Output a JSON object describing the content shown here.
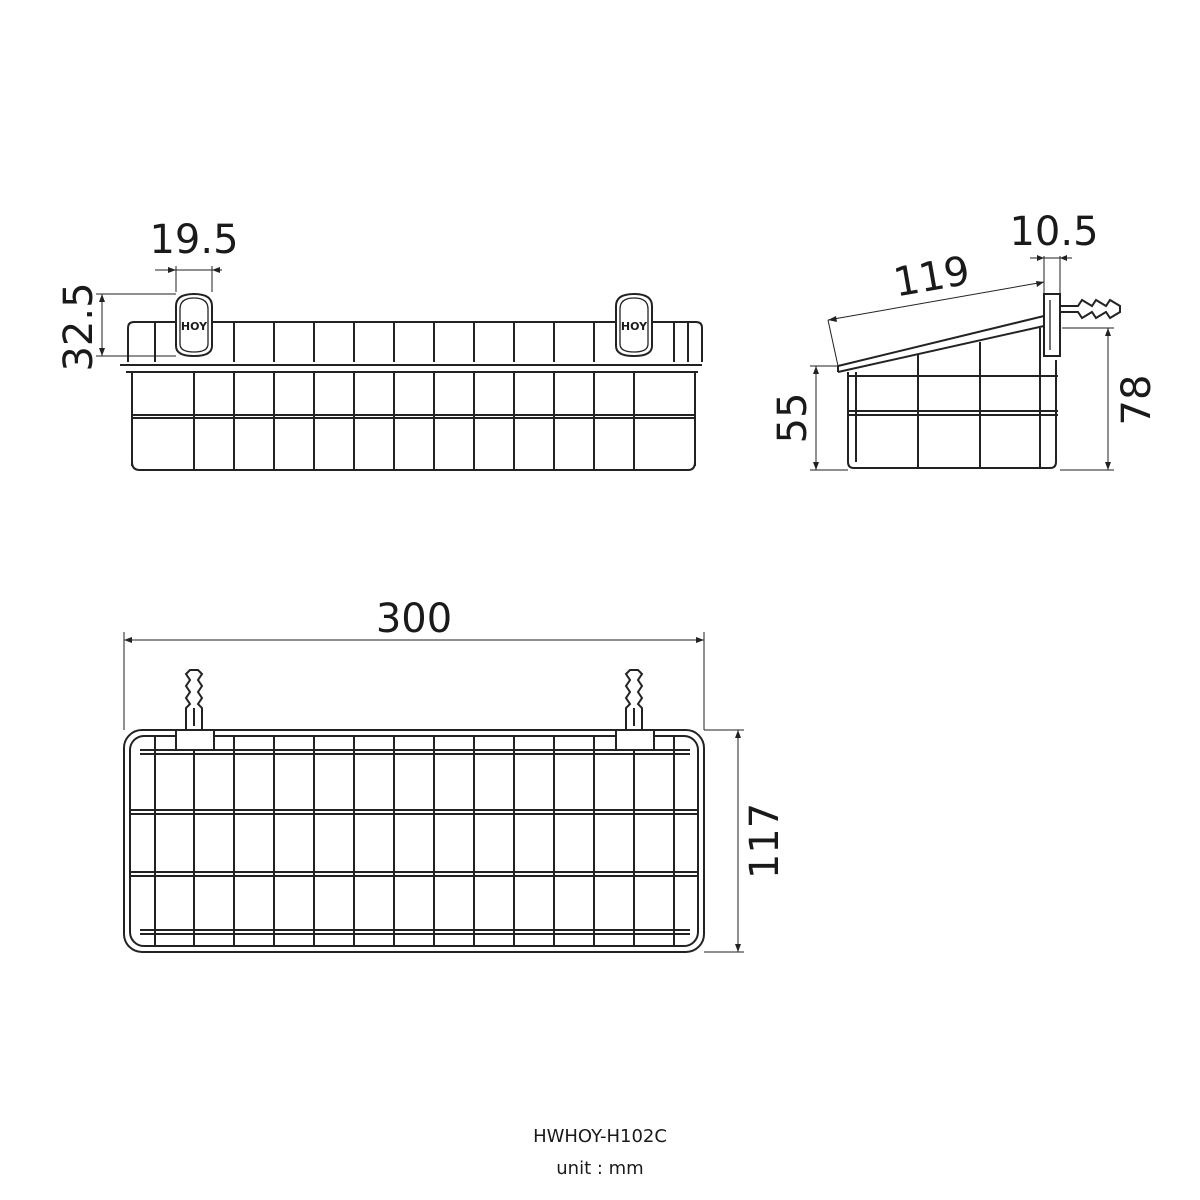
{
  "drawing": {
    "model": "HWHOY-H102C",
    "unit": "unit : mm",
    "brand_mark": "HOY",
    "dimensions": {
      "hook_width": "19.5",
      "hook_height": "32.5",
      "side_depth_top": "119",
      "hook_thickness": "10.5",
      "basket_height": "55",
      "total_height": "78",
      "total_width": "300",
      "total_depth": "117"
    }
  }
}
